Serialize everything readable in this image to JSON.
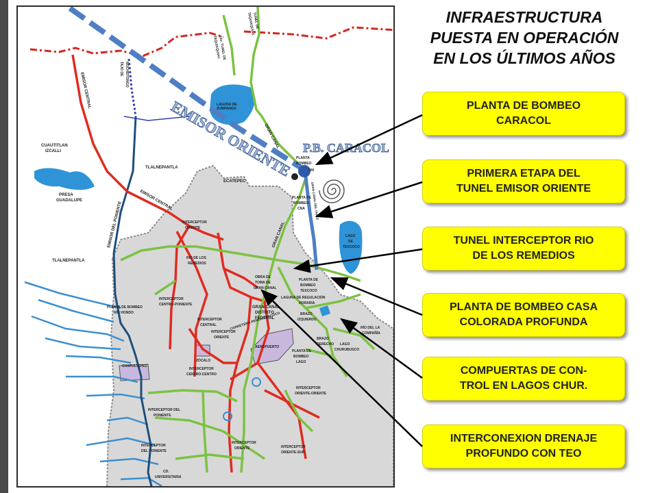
{
  "title": {
    "line1": "INFRAESTRUCTURA",
    "line2": "PUESTA EN OPERACIÓN",
    "line3": "EN LOS ÚLTIMOS AÑOS"
  },
  "callouts": [
    {
      "line1": "PLANTA DE BOMBEO",
      "line2": "CARACOL"
    },
    {
      "line1": "PRIMERA ETAPA DEL",
      "line2": "TUNEL EMISOR ORIENTE"
    },
    {
      "line1": "TUNEL INTERCEPTOR RIO",
      "line2": "DE LOS REMEDIOS"
    },
    {
      "line1": "PLANTA DE BOMBEO CASA",
      "line2": "COLORADA PROFUNDA"
    },
    {
      "line1": "COMPUERTAS DE CON-",
      "line2": "TROL EN LAGOS CHUR."
    },
    {
      "line1": "INTERCONEXION DRENAJE",
      "line2": "PROFUNDO CON TEO"
    }
  ],
  "map": {
    "emisor_oriente": "EMISOR ORIENTE",
    "pb_caracol": "P.B. CARACOL",
    "labels": {
      "cuautitlan": "CUAUTITLAN",
      "izcalli": "IZCALLI",
      "tlalnepantla_n": "TLALNEPANTLA",
      "tlalnepantla_w": "TLALNEPANTLA",
      "presa": "PRESA",
      "guadalupe": "GUADALUPE",
      "ecatepec": "ECATEPEC",
      "laguna_line1": "LAGUNA DE",
      "laguna_line2": "ZUMPANGO",
      "gran_canal_n": "GRAN CANAL",
      "gran_canal_mid": "GRAN CANAL",
      "gran_canal_s1": "GRAN CANAL",
      "gran_canal_s2": "DISTRITO",
      "gran_canal_s3": "FEDERAL",
      "emisor_central_v": "EMISOR CENTRAL",
      "emisor_central_d": "EMISOR CENTRAL",
      "emisor_poniente": "EMISOR DEL PONIENTE",
      "tajo_line1": "TAJO DE",
      "tajo_line2": "NOCHISTONGO",
      "tunel_teq_line1": "TUNEL DE",
      "tunel_teq_line2": "TEQUIXQUIAC",
      "tunel_teq2_line1": "2do. TUNEL DE",
      "tunel_teq2_line2": "TEQUIXQUIAC",
      "planta_top1": "PLANTA",
      "planta_top2": "BOMBEO",
      "planta_top3": "500",
      "planta_cna1": "PLANTA DE",
      "planta_cna2": "BOMBEO",
      "planta_cna3": "CNA",
      "gran_canal_valle": "GRAN CANAL DEL VALLE",
      "lago_tex1": "LAGO",
      "lago_tex2": "DE",
      "lago_tex3": "TEXCOCO",
      "interceptor_oriente1": "INTERCEPTOR",
      "interceptor_oriente2": "ORIENTE",
      "rio_remedios1": "RÍO DE LOS",
      "rio_remedios2": "REMEDIOS",
      "obra_toma1": "OBRA DE",
      "obra_toma2": "TOMA DE",
      "obra_toma3": "GRAN CANAL",
      "pb_texcoco1": "PLANTA DE",
      "pb_texcoco2": "BOMBEO",
      "pb_texcoco3": "TEXCOCO",
      "laguna_reg1": "LAGUNA DE REGULACIÓN",
      "laguna_reg2": "HORARIA",
      "brazo_izq1": "BRAZO",
      "brazo_izq2": "IZQUIERDO",
      "rio_compania1": "RÍO DEL LA",
      "rio_compania2": "COMPAÑÍA",
      "pb_rio_hondo1": "PLANTA DE BOMBEO",
      "pb_rio_hondo2": "RÍO HONDO",
      "int_centro_pon1": "INTERCEPTOR",
      "int_centro_pon2": "CENTRO-PONIENTE",
      "int_central1": "INTERCEPTOR",
      "int_central2": "CENTRAL",
      "int_oriente_c1": "INTERCEPTOR",
      "int_oriente_c2": "ORIENTE",
      "carretera": "CARRETERA PEÑÓN TEXCOCO",
      "zocalo": "ZÓCALO",
      "aeropuerto": "AEROPUERTO",
      "brazo_derecho1": "BRAZO",
      "brazo_derecho2": "DERECHO",
      "lago_churubusco1": "LAGO",
      "lago_churubusco2": "CHURUBUSCO",
      "pb_lago1": "PLANTA DE",
      "pb_lago2": "BOMBEO",
      "pb_lago3": "LAGO",
      "chapultepec": "CHAPULTEPEC",
      "int_centro_centro1": "INTERCEPTOR",
      "int_centro_centro2": "CENTRO-CENTRO",
      "int_oriente_oriente1": "INTERCEPTOR",
      "int_oriente_oriente2": "ORIENTE-ORIENTE",
      "int_poniente_a1": "INTERCEPTOR DEL",
      "int_poniente_a2": "PONIENTE",
      "int_poniente_b1": "INTERCEPTOR",
      "int_poniente_b2": "DEL PONIENTE",
      "int_oriente_s1": "INTERCEPTOR",
      "int_oriente_s2": "ORIENTE",
      "int_oriente_sur1": "INTERCEPTOR",
      "int_oriente_sur2": "ORIENTE-SUR",
      "cd_univ1": "CD.",
      "cd_univ2": "UNIVERSITARIA"
    }
  },
  "colors": {
    "callout_fill": "#ffff00",
    "emisor_oriente_line": "#4f7ec4",
    "interceptors": "#e02b20",
    "gran_canal": "#7cc242",
    "rivers": "#3b8fd0",
    "urban_area": "#d8d8d8",
    "emisor_poniente": "#1f4e7a",
    "state_border": "#d7261e"
  },
  "icons": [
    "spiral-icon",
    "pump-station-dot-icon",
    "arrow-icon"
  ]
}
